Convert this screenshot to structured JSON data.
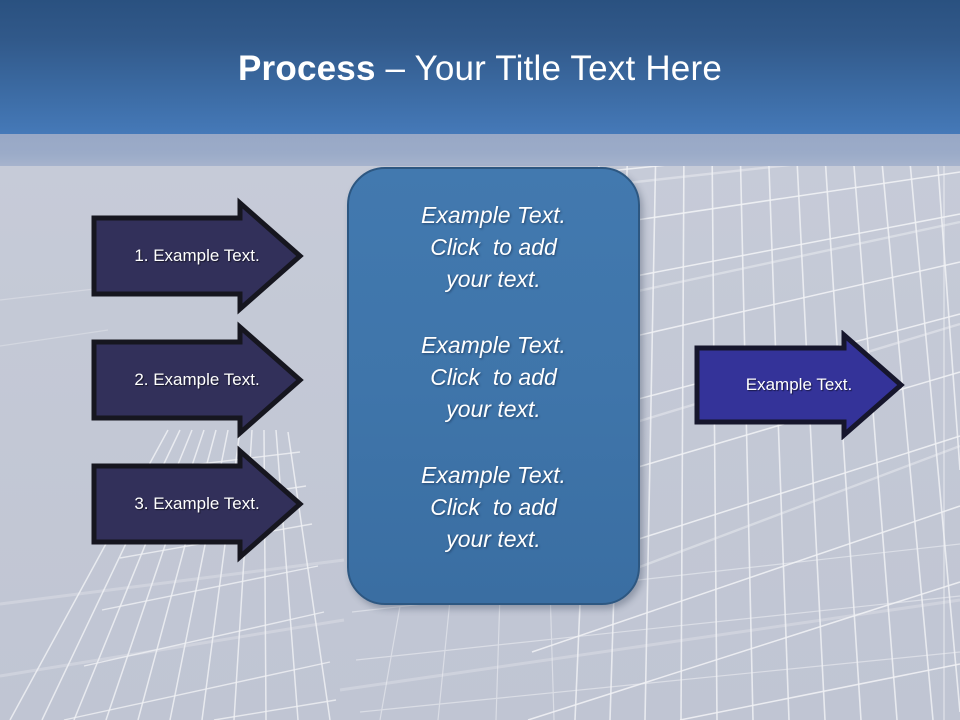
{
  "slide": {
    "title": {
      "bold_part": "Process ",
      "rest_part": "– Your Title Text Here"
    },
    "theme": {
      "header_top": "#2a5180",
      "header_bottom": "#4579b8",
      "header_band": "#98a8c6",
      "body_bg": "#c6cbd8",
      "arrow_navy_fill": "#32305a",
      "arrow_navy_stroke": "#16161f",
      "arrow_indigo_fill": "#343399",
      "arrow_indigo_stroke": "#16162c",
      "panel_fill": "#3f75aa",
      "panel_stroke": "#2d5781",
      "text_white": "#ffffff"
    }
  },
  "steps": [
    {
      "label": "1. Example Text."
    },
    {
      "label": "2. Example Text."
    },
    {
      "label": "3. Example Text."
    }
  ],
  "panel": {
    "blocks": [
      {
        "line1": "Example Text.",
        "line2": "Click  to add",
        "line3": "your text."
      },
      {
        "line1": "Example Text.",
        "line2": "Click  to add",
        "line3": "your text."
      },
      {
        "line1": "Example Text.",
        "line2": "Click  to add",
        "line3": "your text."
      }
    ]
  },
  "result": {
    "label": "Example Text."
  }
}
